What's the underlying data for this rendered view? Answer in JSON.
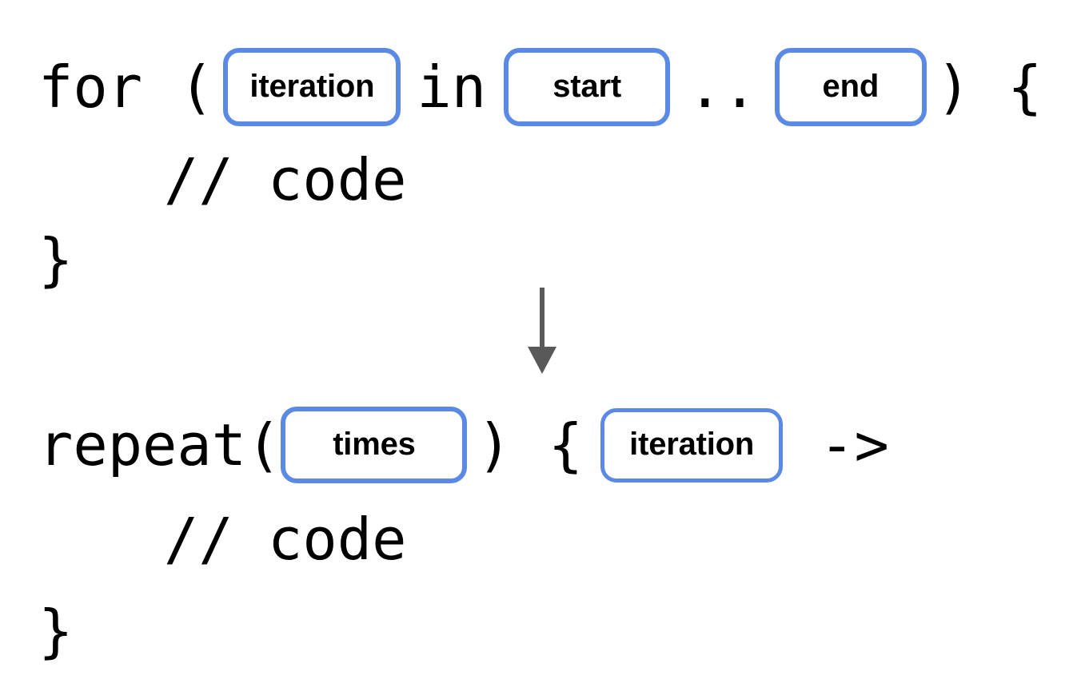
{
  "diagram": {
    "title": "Kotlin for-loop to repeat conversion",
    "accent_color": "#5b8ae5",
    "text_color": "#000000",
    "background_color": "#ffffff",
    "arrow_color": "#595959",
    "arrow": {
      "direction": "down",
      "name": "transforms-into"
    }
  },
  "before": {
    "line1": {
      "kw_for": "for",
      "space1": " ",
      "paren_open": "(",
      "slot_iteration": "iteration",
      "kw_in": "in",
      "slot_start": "start",
      "range_op": "..",
      "slot_end": "end",
      "paren_close": ")",
      "brace_open": "{"
    },
    "line2_comment": "// code",
    "line3_brace_close": "}"
  },
  "after": {
    "line1": {
      "fn_repeat": "repeat(",
      "slot_times": "times",
      "paren_close": ")",
      "brace_open": "{",
      "slot_iteration": "iteration",
      "lambda_arrow": "->"
    },
    "line2_comment": "// code",
    "line3_brace_close": "}"
  }
}
